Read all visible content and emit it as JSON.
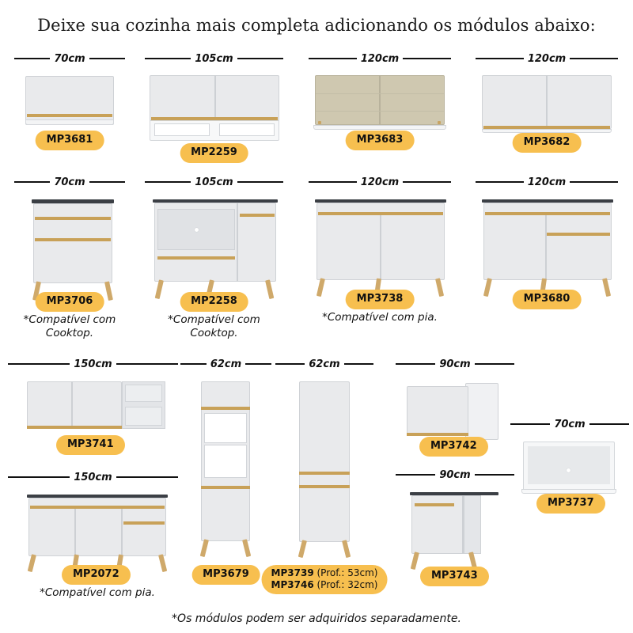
{
  "title": "Deixe sua cozinha mais completa adicionando os módulos abaixo:",
  "footer": "*Os módulos podem ser adquiridos separadamente.",
  "colors": {
    "pill": "#f7bf4f",
    "gold_stripe": "#c8a158",
    "leg_wood": "#cfa96a",
    "cabinet_white": "#e9eaec",
    "dark_top": "#3b3f45",
    "glass_beige": "#cfc8b0"
  },
  "products": [
    {
      "id": "p1",
      "code": "MP3681",
      "width": "70cm",
      "note": ""
    },
    {
      "id": "p2",
      "code": "MP2259",
      "width": "105cm",
      "note": ""
    },
    {
      "id": "p3",
      "code": "MP3683",
      "width": "120cm",
      "note": ""
    },
    {
      "id": "p4",
      "code": "MP3682",
      "width": "120cm",
      "note": ""
    },
    {
      "id": "p5",
      "code": "MP3706",
      "width": "70cm",
      "note": "*Compatível com\nCooktop."
    },
    {
      "id": "p6",
      "code": "MP2258",
      "width": "105cm",
      "note": "*Compatível com\nCooktop."
    },
    {
      "id": "p7",
      "code": "MP3738",
      "width": "120cm",
      "note": "*Compatível com pia."
    },
    {
      "id": "p8",
      "code": "MP3680",
      "width": "120cm",
      "note": ""
    },
    {
      "id": "p9",
      "code": "MP3741",
      "width": "150cm",
      "note": ""
    },
    {
      "id": "p10",
      "code": "MP2072",
      "width": "150cm",
      "note": "*Compatível com pia."
    },
    {
      "id": "p11",
      "code": "MP3679",
      "width": "62cm",
      "note": ""
    },
    {
      "id": "p12",
      "code": "MP3739",
      "code2": "MP3746",
      "suffix": " (Prof.: 53cm)",
      "suffix2": " (Prof.: 32cm)",
      "width": "62cm",
      "note": ""
    },
    {
      "id": "p13",
      "code": "MP3742",
      "width": "90cm",
      "note": ""
    },
    {
      "id": "p14",
      "code": "MP3743",
      "width": "90cm",
      "note": ""
    },
    {
      "id": "p15",
      "code": "MP3737",
      "width": "70cm",
      "note": ""
    }
  ]
}
